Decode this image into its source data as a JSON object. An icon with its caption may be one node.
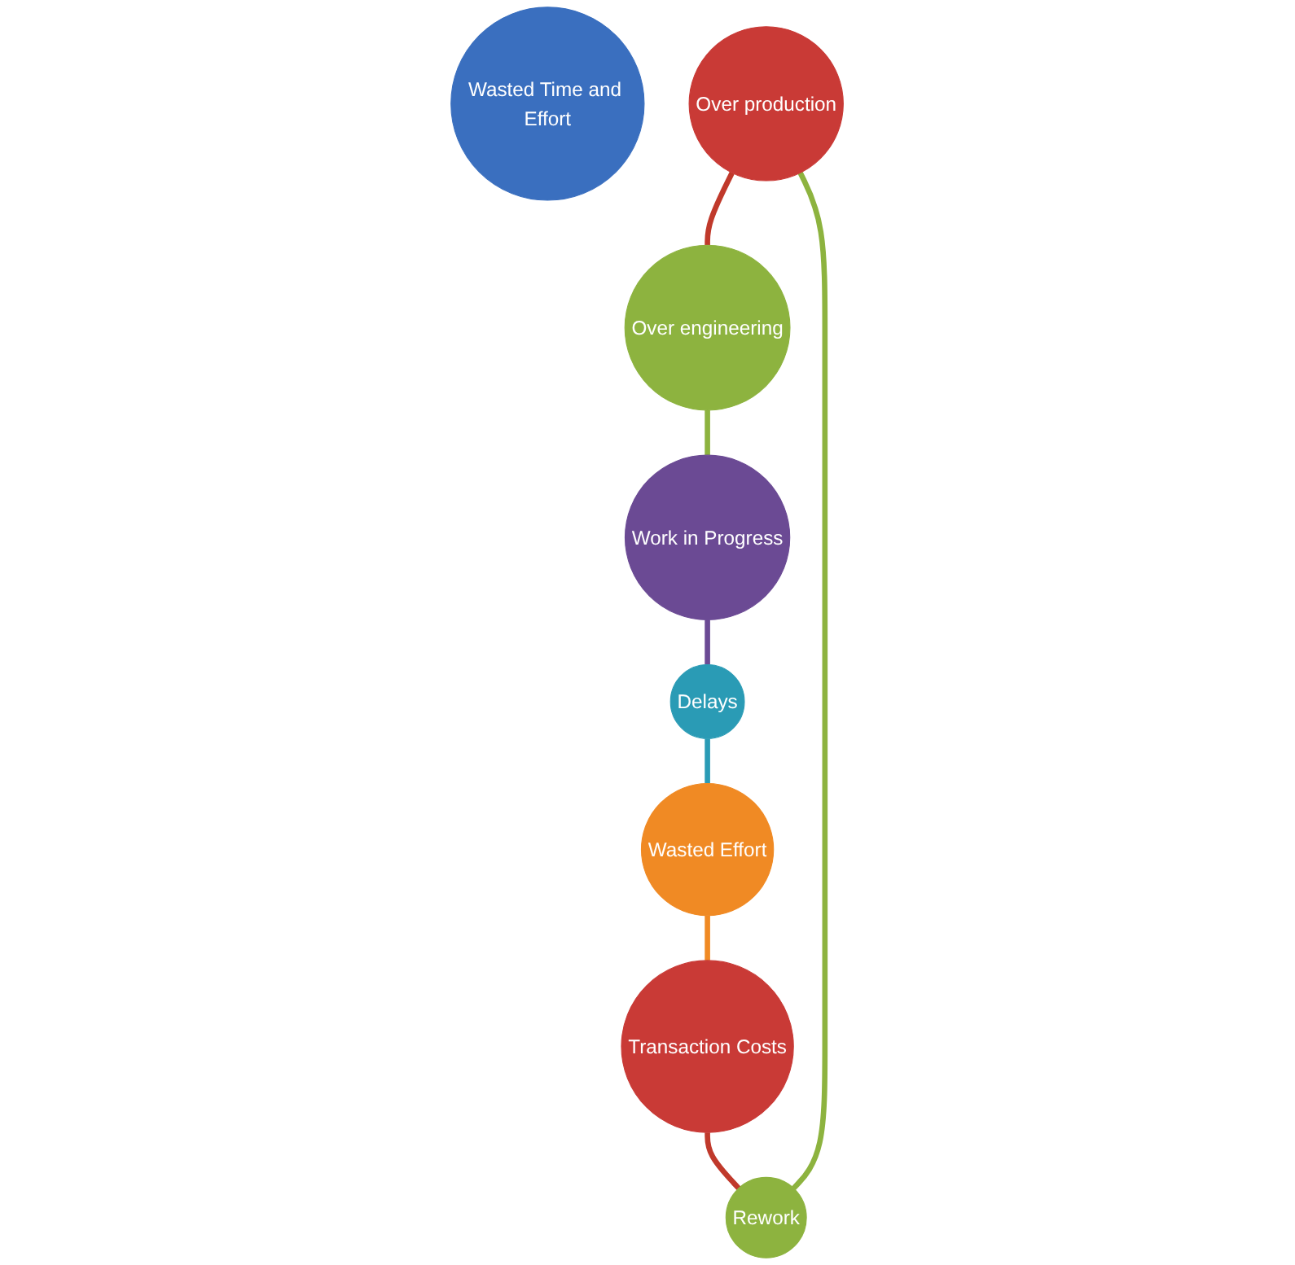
{
  "diagram": {
    "nodes": [
      {
        "text": [
          "Wasted Time and Effort"
        ]
      },
      {
        "text": [
          "Over production"
        ]
      },
      {
        "text": [
          "Over engineering"
        ]
      },
      {
        "text": [
          "Work in Progress"
        ]
      },
      {
        "text": [
          "Delays"
        ]
      },
      {
        "text": [
          "Wasted Effort"
        ]
      },
      {
        "text": [
          "Transaction Costs"
        ]
      },
      {
        "text": [
          "Rework"
        ]
      }
    ],
    "edges": [
      {
        "from": 1,
        "to": 2,
        "arrow": "none",
        "color": "#c0392b"
      },
      {
        "from": 2,
        "to": 3,
        "arrow": "none",
        "color": "#8db33f"
      },
      {
        "from": 3,
        "to": 4,
        "arrow": "none",
        "color": "#6b4a94"
      },
      {
        "from": 4,
        "to": 5,
        "arrow": "none",
        "color": "#2a9bb5"
      },
      {
        "from": 5,
        "to": 6,
        "arrow": "none",
        "color": "#f08a24"
      },
      {
        "from": 6,
        "to": 7,
        "arrow": "none",
        "color": "#c0392b"
      },
      {
        "from": 7,
        "to": 1,
        "arrow": "none",
        "color": "#8db33f"
      }
    ]
  }
}
